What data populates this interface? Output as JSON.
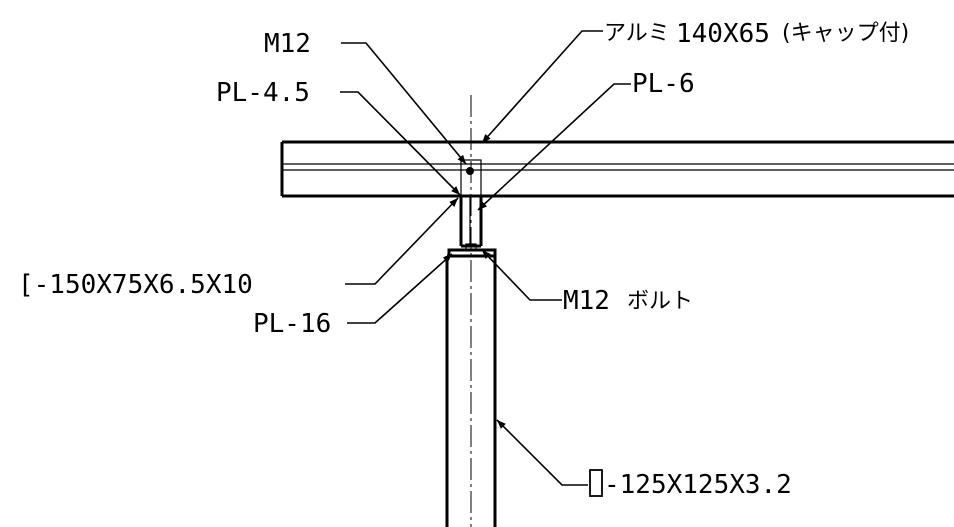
{
  "labels": {
    "m12": "M12",
    "pl45": "PL-4.5",
    "alum_prefix": "アルミ",
    "alum_dims": "140X65",
    "alum_suffix": "(キャップ付)",
    "pl6": "PL-6",
    "channel": "[-150X75X6.5X10",
    "pl16": "PL-16",
    "m12_bolt_size": "M12",
    "m12_bolt_word": "ボルト",
    "square_tube": "-125X125X3.2"
  }
}
